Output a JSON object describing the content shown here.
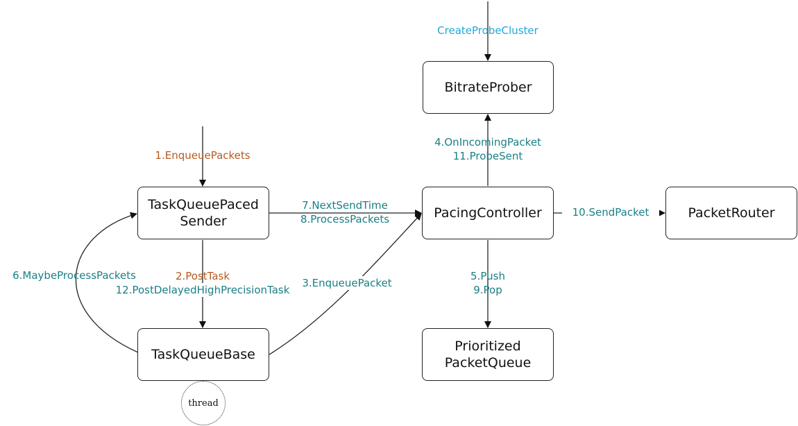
{
  "colors": {
    "teal": "#1a7f85",
    "orange": "#b85a1e",
    "cyan": "#22a7d6",
    "stroke": "#222222"
  },
  "nodes": {
    "bitrate_prober": "BitrateProber",
    "task_queue_paced_sender": "TaskQueuePaced\nSender",
    "pacing_controller": "PacingController",
    "packet_router": "PacketRouter",
    "task_queue_base": "TaskQueueBase",
    "prioritized_packet_queue": "Prioritized\nPacketQueue",
    "thread": "thread"
  },
  "edges": {
    "create_probe_cluster": "CreateProbeCluster",
    "enqueue_packets": "1.EnqueuePackets",
    "on_incoming_packet": "4.OnIncomingPacket",
    "probe_sent": "11.ProbeSent",
    "next_send_time": "7.NextSendTime",
    "process_packets": "8.ProcessPackets",
    "send_packet": "10.SendPacket",
    "maybe_process_packets": "6.MaybeProcessPackets",
    "post_task": "2.PostTask",
    "post_delayed": "12.PostDelayedHighPrecisionTask",
    "enqueue_packet": "3.EnqueuePacket",
    "push": "5.Push",
    "pop": "9.Pop"
  }
}
